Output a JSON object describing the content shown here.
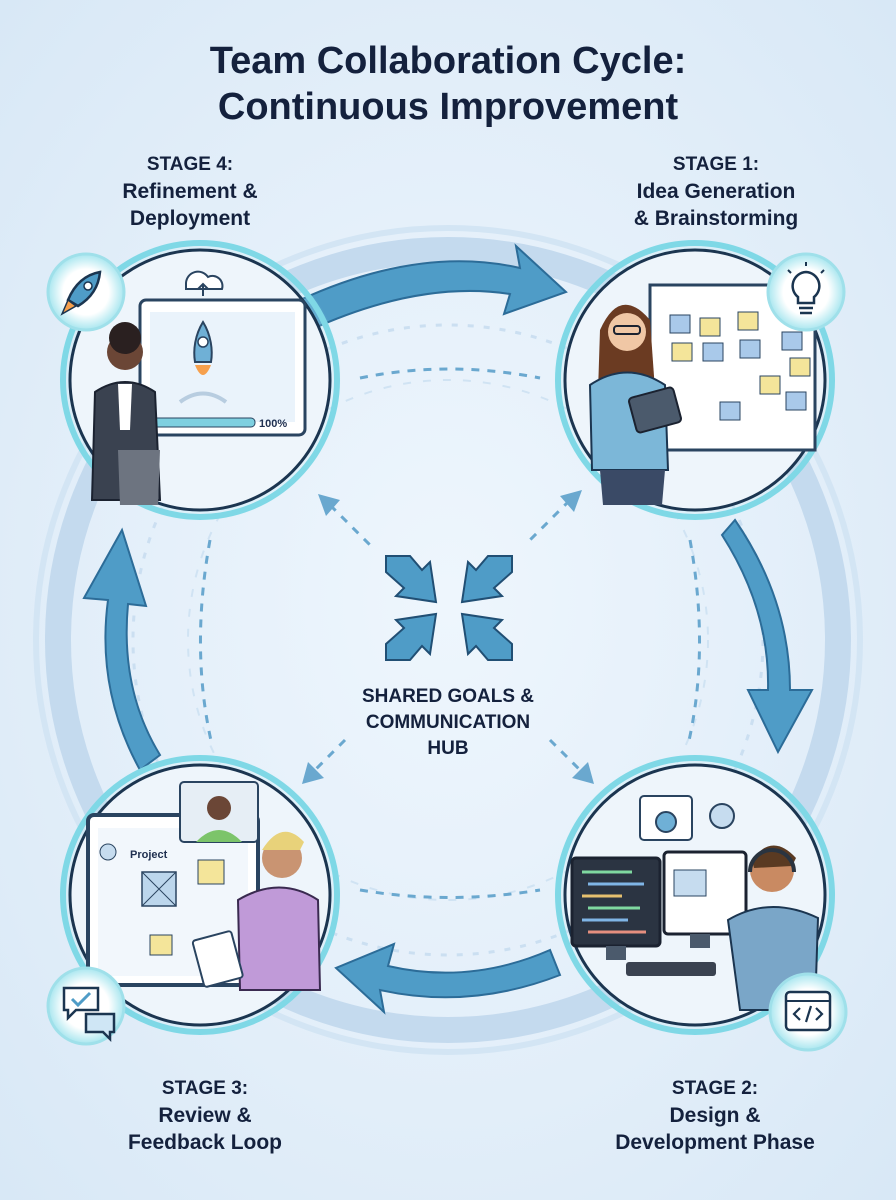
{
  "title": {
    "line1": "Team Collaboration Cycle:",
    "line2": "Continuous Improvement"
  },
  "stages": {
    "stage1": {
      "number": "STAGE 1:",
      "name_line1": "Idea Generation",
      "name_line2": "& Brainstorming",
      "icon": "lightbulb-icon"
    },
    "stage2": {
      "number": "STAGE 2:",
      "name_line1": "Design &",
      "name_line2": "Development Phase",
      "icon": "code-window-icon"
    },
    "stage3": {
      "number": "STAGE 3:",
      "name_line1": "Review &",
      "name_line2": "Feedback Loop",
      "icon": "chat-check-icon"
    },
    "stage4": {
      "number": "STAGE 4:",
      "name_line1": "Refinement &",
      "name_line2": "Deployment",
      "icon": "rocket-icon"
    }
  },
  "hub": {
    "line1": "SHARED GOALS &",
    "line2": "COMMUNICATION",
    "line3": "HUB"
  },
  "scene_text": {
    "deploy_progress": "100%",
    "review_board": "Project"
  },
  "colors": {
    "arrow_fill": "#4f9cc7",
    "ring_glow": "#7fd8e6",
    "circle_border": "#1b3550",
    "background": "#e2eef9"
  }
}
